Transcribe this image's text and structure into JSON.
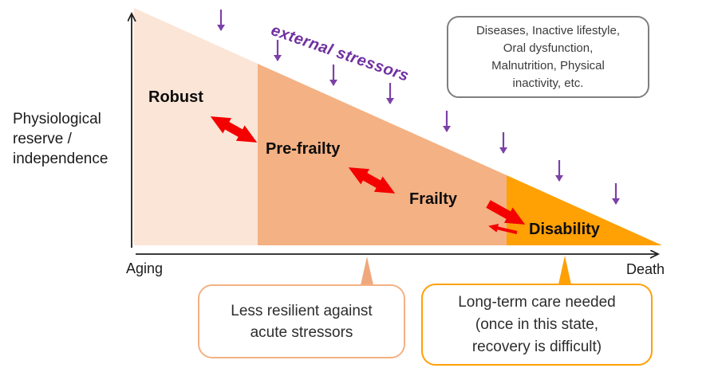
{
  "ylabel": {
    "lines": [
      "Physiological",
      "reserve /",
      "independence"
    ]
  },
  "stages": [
    {
      "label": "Robust"
    },
    {
      "label": "Pre-frailty"
    },
    {
      "label": "Frailty"
    },
    {
      "label": "Disability"
    }
  ],
  "external_stressors_label": "external stressors",
  "stressor_box": {
    "lines": [
      "Diseases, Inactive lifestyle,",
      "Oral dysfunction,",
      "Malnutrition, Physical",
      "inactivity, etc."
    ]
  },
  "axis": {
    "start_label": "Aging",
    "end_label": "Death"
  },
  "callouts": [
    {
      "lines": [
        "Less resilient against",
        "acute stressors"
      ]
    },
    {
      "lines": [
        "Long-term care needed",
        "(once in this state,",
        "recovery is difficult)"
      ]
    }
  ],
  "colors": {
    "robust_fill": "#FBE5D6",
    "frailty_fill": "#F4B183",
    "disability_fill": "#FFA005",
    "callout1_tail": "#EFA87C",
    "callout2_tail": "#FFA005",
    "red_arrow": "#F40000",
    "purple_arrow": "#7B41A8",
    "purple_text": "#7030A0",
    "gray_box_border": "#7F7F7F",
    "axis_color": "#202020"
  }
}
